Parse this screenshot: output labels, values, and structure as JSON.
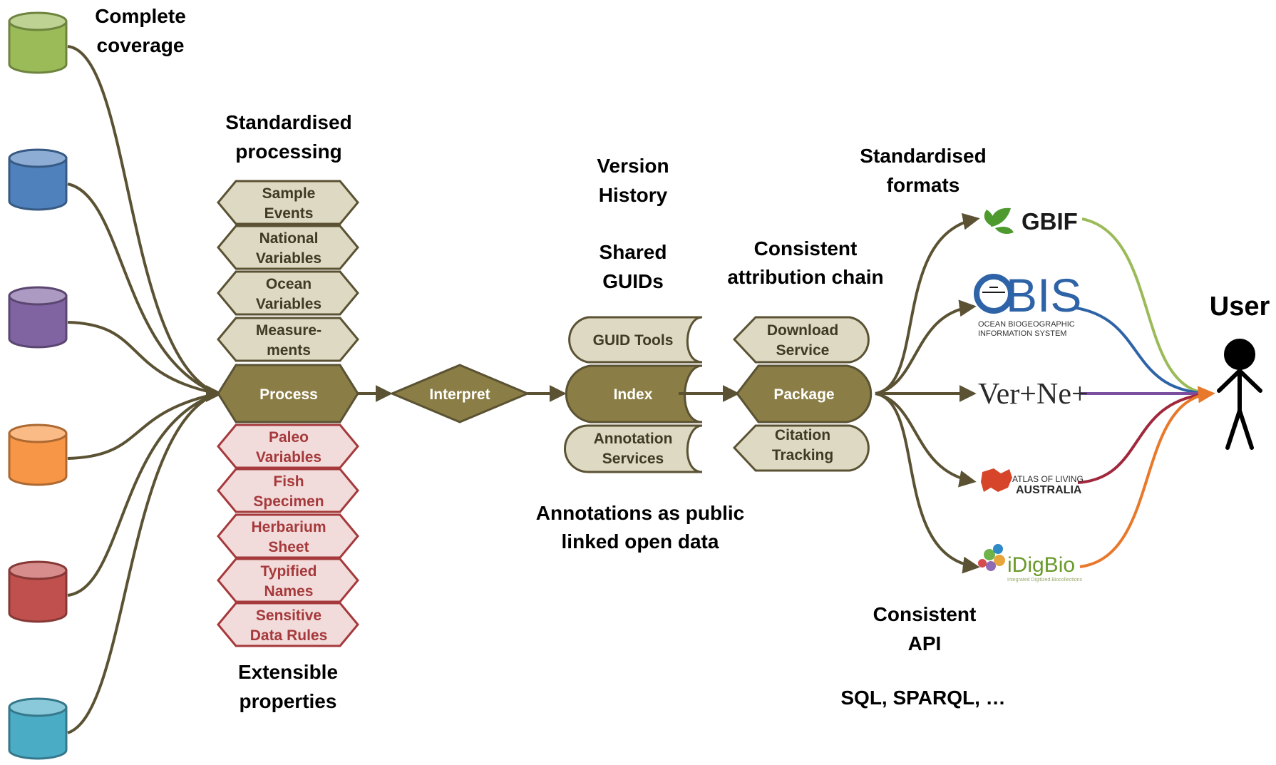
{
  "labels": {
    "complete_coverage": [
      "Complete",
      "coverage"
    ],
    "standardised_processing": [
      "Standardised",
      "processing"
    ],
    "extensible_properties": [
      "Extensible",
      "properties"
    ],
    "version_history": [
      "Version",
      "History"
    ],
    "shared_guids": [
      "Shared",
      "GUIDs"
    ],
    "annotations": [
      "Annotations as public",
      "linked open data"
    ],
    "consistent_attribution": [
      "Consistent",
      "attribution chain"
    ],
    "standardised_formats": [
      "Standardised",
      "formats"
    ],
    "consistent_api": [
      "Consistent",
      "API"
    ],
    "query_languages": "SQL, SPARQL, …",
    "user": "User"
  },
  "sources": [
    {
      "name": "green",
      "color": "#9bbb59"
    },
    {
      "name": "blue",
      "color": "#4f81bd"
    },
    {
      "name": "purple",
      "color": "#8064a2"
    },
    {
      "name": "orange",
      "color": "#f79646"
    },
    {
      "name": "red",
      "color": "#c0504d"
    },
    {
      "name": "teal",
      "color": "#4bacc6"
    }
  ],
  "processing_stack": [
    [
      "Sample",
      "Events"
    ],
    [
      "National",
      "Variables"
    ],
    [
      "Ocean",
      "Variables"
    ],
    [
      "Measure-",
      "ments"
    ]
  ],
  "process": "Process",
  "extension_stack": [
    [
      "Paleo",
      "Variables"
    ],
    [
      "Fish",
      "Specimen"
    ],
    [
      "Herbarium",
      "Sheet"
    ],
    [
      "Typified",
      "Names"
    ],
    [
      "Sensitive",
      "Data Rules"
    ]
  ],
  "interpret": "Interpret",
  "index_top": [
    "GUID Tools"
  ],
  "index": "Index",
  "index_bottom": [
    "Annotation",
    "Services"
  ],
  "package_top": [
    "Download",
    "Service"
  ],
  "package": "Package",
  "package_bottom": [
    "Citation",
    "Tracking"
  ],
  "portals": {
    "gbif": "GBIF",
    "obis": "OBIS",
    "obis_sub": [
      "OCEAN BIOGEOGRAPHIC",
      "INFORMATION SYSTEM"
    ],
    "vertnet": "Ver+Ne+",
    "ala_top": "ATLAS OF LIVING",
    "ala_bottom": "AUSTRALIA",
    "idigbio": "iDigBio",
    "idigbio_sub": "Integrated Digitized Biocollections"
  },
  "colors": {
    "olive": "#8a7d45",
    "olive_dark": "#5a5233",
    "tan": "#ddd9c3",
    "pink_fill": "#f2dcdb",
    "pink_stroke": "#a5393b",
    "gbif_line": "#9bbb59",
    "obis_line": "#2e64a7",
    "vertnet_line": "#7a4fa0",
    "ala_line": "#a0283c",
    "idigbio_line": "#e8782a"
  }
}
